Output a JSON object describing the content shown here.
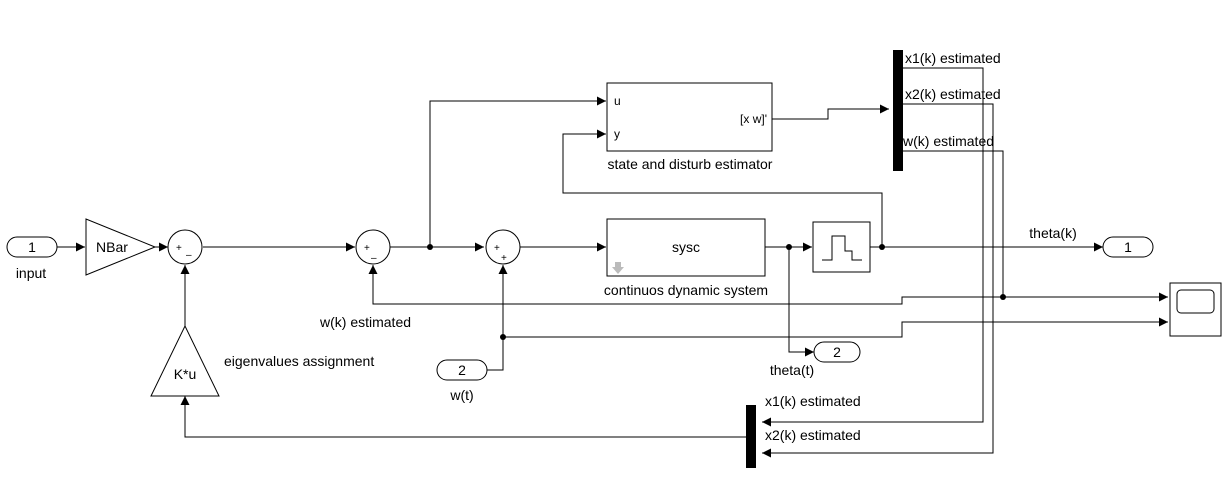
{
  "ports": {
    "in1": {
      "num": "1",
      "label": "input"
    },
    "in2": {
      "num": "2",
      "label": "w(t)"
    },
    "out1": {
      "num": "1",
      "label": "theta(k)"
    },
    "out2": {
      "num": "2",
      "label": "theta(t)"
    }
  },
  "blocks": {
    "nbar": "NBar",
    "kgain": "K*u",
    "kgain_label": "eigenvalues assignment",
    "estimator": {
      "in_u": "u",
      "in_y": "y",
      "out": "[x w]'",
      "label": "state and disturb estimator"
    },
    "plant": {
      "name": "sysc",
      "label": "continuos dynamic system"
    }
  },
  "signals": {
    "w_est_feedback": "w(k) estimated",
    "demux_top": [
      "x1(k) estimated",
      "x2(k) estimated",
      "w(k) estimated"
    ],
    "mux_bottom": [
      "x1(k) estimated",
      "x2(k) estimated"
    ]
  },
  "sum_signs": {
    "sum1": [
      "+",
      "–"
    ],
    "sum2": [
      "+",
      "–"
    ],
    "sum3": [
      "+",
      "+"
    ]
  }
}
